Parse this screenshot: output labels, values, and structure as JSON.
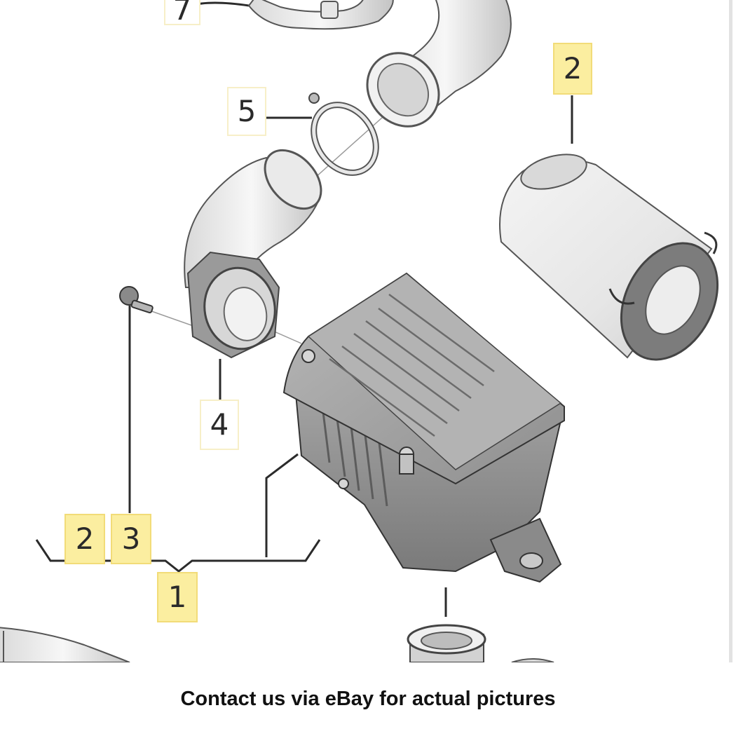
{
  "diagram": {
    "callouts": {
      "part_7": "7",
      "part_5": "5",
      "part_2_top": "2",
      "part_4": "4",
      "part_2_bottom": "2",
      "part_3": "3",
      "part_1": "1"
    },
    "highlight_color": "#fbeea0",
    "part_fill_light": "#eeeeee",
    "part_fill_dark": "#8e8e8e"
  },
  "caption": {
    "text": "Contact us via eBay for actual pictures"
  }
}
